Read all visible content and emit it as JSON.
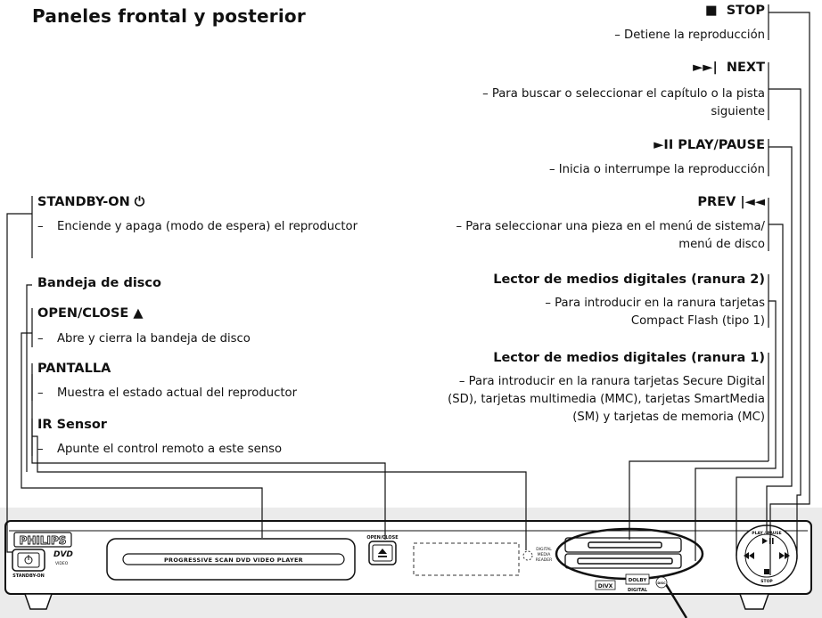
{
  "title": "Paneles frontal y posterior",
  "right_labels": {
    "stop": {
      "symbol": "■",
      "label": "STOP",
      "desc": "– Detiene la reproducción"
    },
    "next": {
      "symbol": "►►|",
      "label": "NEXT",
      "desc": "– Para buscar o seleccionar el capítulo o la pista siguiente"
    },
    "play": {
      "symbol": "►II",
      "label": "PLAY/PAUSE",
      "desc": "– Inicia o interrumpe la reproducción"
    },
    "prev": {
      "symbol": "|◄◄",
      "label": "PREV",
      "desc": "– Para seleccionar una pieza en el menú de sistema/ menú de disco"
    },
    "slot2": {
      "label": "Lector de medios digitales (ranura 2)",
      "desc": "– Para introducir en la ranura tarjetas Compact Flash (tipo 1)"
    },
    "slot1": {
      "label": "Lector de medios digitales (ranura 1)",
      "desc": "– Para introducir en la ranura tarjetas Secure Digital (SD), tarjetas multimedia (MMC), tarjetas SmartMedia (SM) y tarjetas de memoria (MC)"
    }
  },
  "left_labels": {
    "standby": {
      "label": "STANDBY-ON",
      "symbol": "⏻",
      "dash": "–",
      "desc": "Enciende y apaga (modo de espera) el reproductor"
    },
    "tray": {
      "label": "Bandeja de disco"
    },
    "open": {
      "label": "OPEN/CLOSE",
      "symbol": "▲",
      "dash": "–",
      "desc": "Abre y cierra la bandeja de disco"
    },
    "display": {
      "label": "PANTALLA",
      "dash": "–",
      "desc": "Muestra el estado actual del reproductor"
    },
    "ir": {
      "label": "IR Sensor",
      "dash": "–",
      "desc": "Apunte el control remoto a este senso"
    }
  },
  "device": {
    "brand": "PHILIPS",
    "standby_text": "STANDBY-ON",
    "dvd_logo": "DVD",
    "dvd_sub": "VIDEO",
    "tray_text": "PROGRESSIVE SCAN DVD VIDEO PLAYER",
    "open_close_text": "OPEN/CLOSE",
    "reader_text": [
      "DIGITAL",
      "MEDIA",
      "READER"
    ],
    "divx_logo": "DIVX",
    "dolby_logo": "DOLBY",
    "digital_text": "DIGITAL",
    "cd_logo": "DISC",
    "play_pause_text": "PLAY / PAUSE",
    "stop_text": "STOP",
    "colors": {
      "panel_bg": "#ebebeb",
      "line": "#111111"
    }
  }
}
